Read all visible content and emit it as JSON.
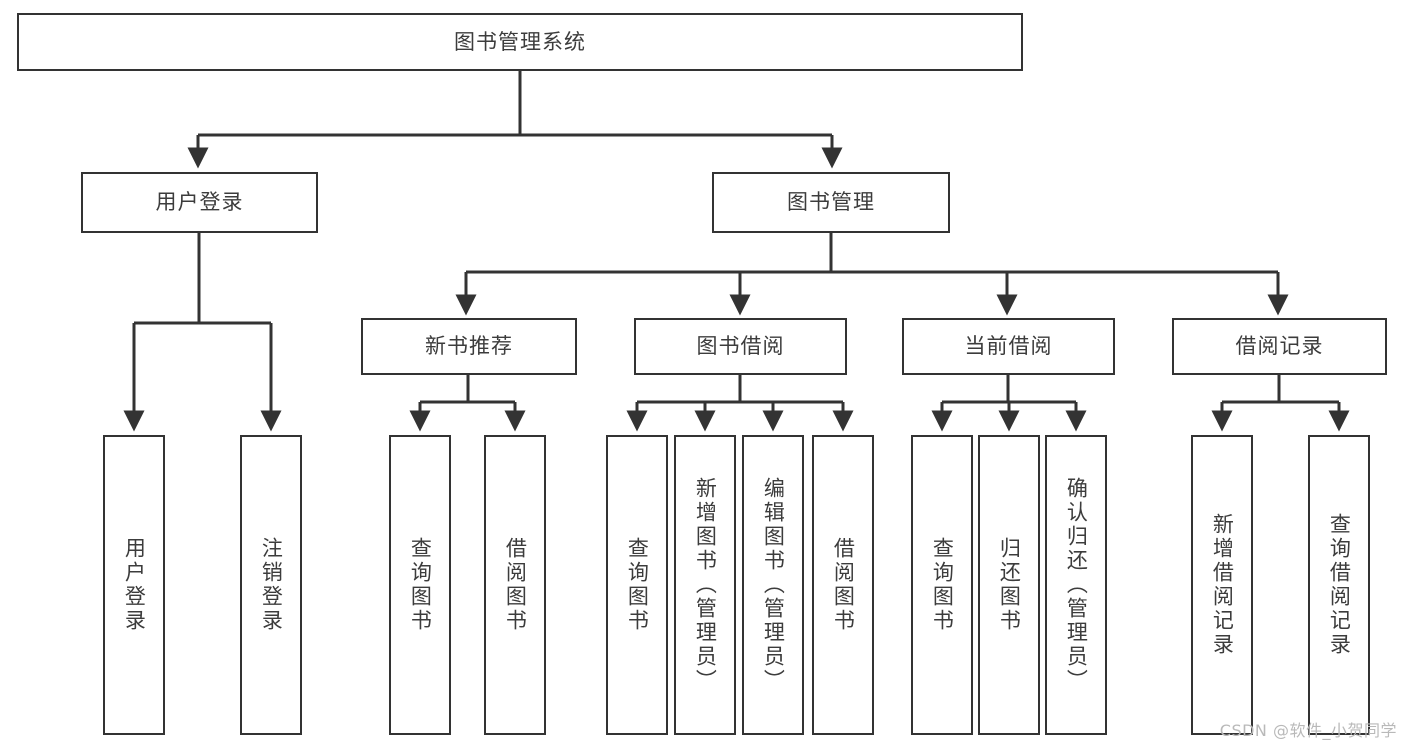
{
  "diagram": {
    "type": "tree-hierarchy",
    "title": "图书管理系统",
    "orientation": "top-down",
    "colors": {
      "node_border": "#333333",
      "node_fill": "#ffffff",
      "edge": "#333333",
      "text": "#3c3c3c",
      "watermark": "#b9b9b9",
      "background": "#ffffff"
    },
    "nodes": {
      "root": {
        "label": "图书管理系统"
      },
      "level2": [
        {
          "id": "user-login",
          "label": "用户登录"
        },
        {
          "id": "book-manage",
          "label": "图书管理"
        }
      ],
      "level3": [
        {
          "id": "new-book-recommend",
          "label": "新书推荐"
        },
        {
          "id": "book-borrow",
          "label": "图书借阅"
        },
        {
          "id": "current-borrow",
          "label": "当前借阅"
        },
        {
          "id": "borrow-record",
          "label": "借阅记录"
        }
      ],
      "leaves": {
        "user_login": [
          {
            "id": "leaf-user-login",
            "label": "用户登录"
          },
          {
            "id": "leaf-logout-login",
            "label": "注销登录"
          }
        ],
        "new_book_recommend": [
          {
            "id": "leaf-query-book-1",
            "label": "查询图书"
          },
          {
            "id": "leaf-borrow-book-1",
            "label": "借阅图书"
          }
        ],
        "book_borrow": [
          {
            "id": "leaf-query-book-2",
            "label": "查询图书"
          },
          {
            "id": "leaf-add-book",
            "label": "新增图书（管理员）"
          },
          {
            "id": "leaf-edit-book",
            "label": "编辑图书（管理员）"
          },
          {
            "id": "leaf-borrow-book-2",
            "label": "借阅图书"
          }
        ],
        "current_borrow": [
          {
            "id": "leaf-query-book-3",
            "label": "查询图书"
          },
          {
            "id": "leaf-return-book",
            "label": "归还图书"
          },
          {
            "id": "leaf-confirm-return",
            "label": "确认归还（管理员）"
          }
        ],
        "borrow_record": [
          {
            "id": "leaf-add-record",
            "label": "新增借阅记录"
          },
          {
            "id": "leaf-query-record",
            "label": "查询借阅记录"
          }
        ]
      }
    },
    "watermark": "CSDN @软件_小贺同学"
  }
}
